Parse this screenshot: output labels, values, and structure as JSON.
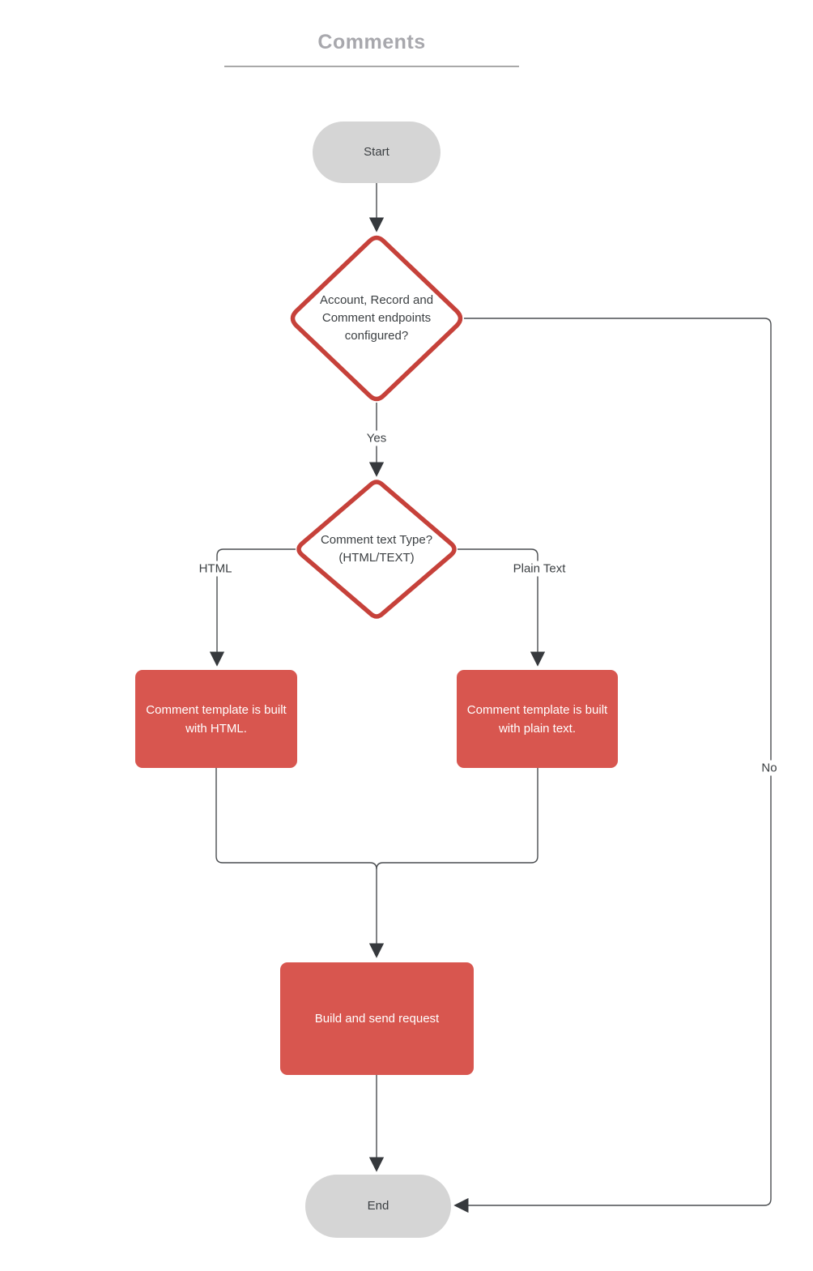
{
  "title": {
    "text": "Comments"
  },
  "nodes": {
    "start": {
      "label": "Start",
      "type": "terminal"
    },
    "decision_endpoints": {
      "label": "Account, Record and Comment endpoints configured?",
      "type": "decision"
    },
    "decision_text_type": {
      "label": "Comment text Type? (HTML/TEXT)",
      "type": "decision"
    },
    "box_html": {
      "label": "Comment  template is built with HTML.",
      "type": "process"
    },
    "box_plain": {
      "label": "Comment  template is built with plain text.",
      "type": "process"
    },
    "box_build": {
      "label": "Build and send request",
      "type": "process"
    },
    "end": {
      "label": "End",
      "type": "terminal"
    }
  },
  "edge_labels": {
    "yes": "Yes",
    "no": "No",
    "html": "HTML",
    "plain_text": "Plain Text"
  },
  "colors": {
    "process_red": "#d8564f",
    "decision_border_red": "#c6413a",
    "terminal_gray": "#d5d5d5",
    "line_dark": "#4a4d50",
    "title_gray": "#a8a8ad",
    "text_dark": "#3b3f42"
  }
}
